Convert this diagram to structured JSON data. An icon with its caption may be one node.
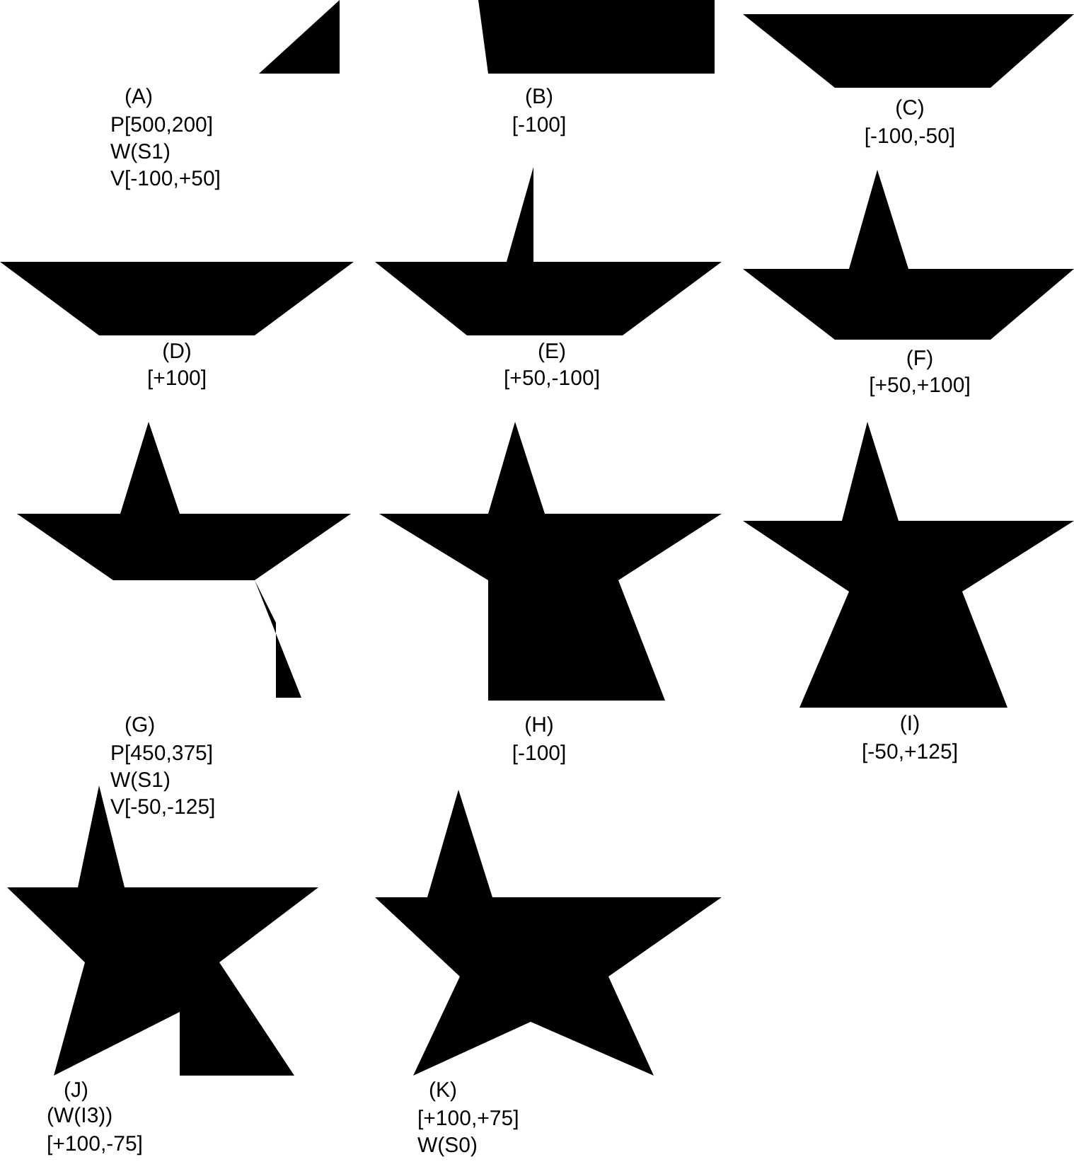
{
  "diagram": {
    "labels": [
      "(A)",
      "P[500,200]",
      "W(S1)",
      "V[-100,+50]",
      "(B)",
      "[-100]",
      "(C)",
      "[-100,-50]",
      "(D)",
      "[+100]",
      "(E)",
      "[+50,-100]",
      "(F)",
      "[+50,+100]",
      "(G)",
      "P[450,375]",
      "W(S1)",
      "V[-50,-125]",
      "(H)",
      "[-100]",
      "(I)",
      "[-50,+125]",
      "(J)",
      "(W(I3))",
      "[+100,-75]",
      "(K)",
      "[+100,+75]",
      "W(S0)"
    ]
  }
}
